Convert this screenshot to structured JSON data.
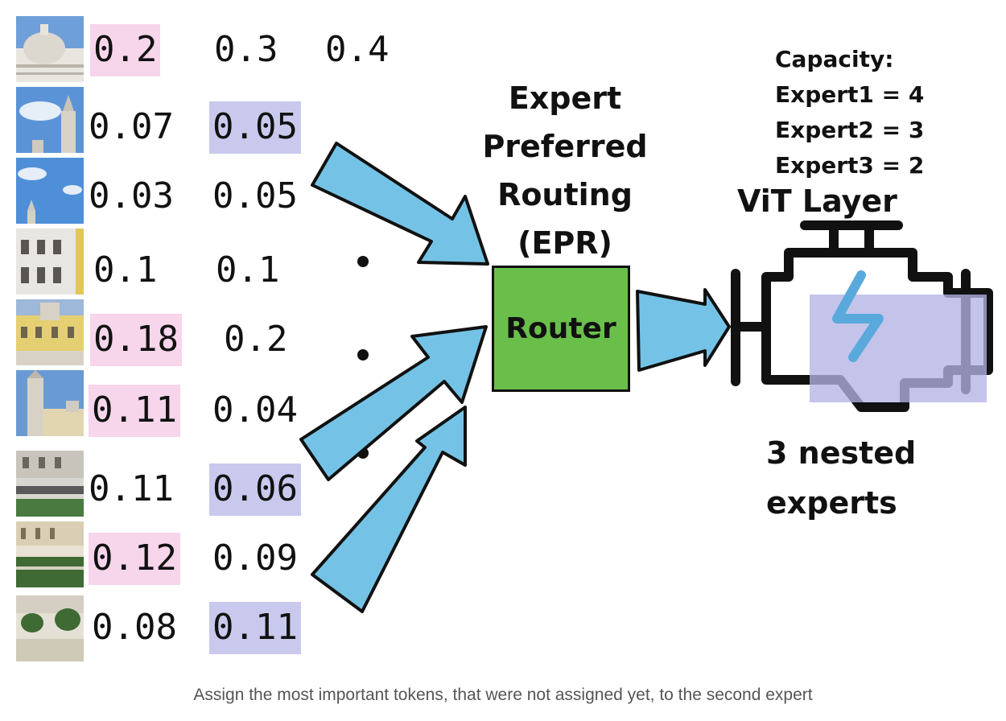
{
  "tokens": [
    {
      "scores": [
        "0.2",
        "0.3",
        "0.4"
      ],
      "highlight": [
        0,
        "pink"
      ],
      "image": "building-dome"
    },
    {
      "scores": [
        "0.07",
        "0.05"
      ],
      "highlight": [
        1,
        "blue"
      ],
      "image": "tower-sky"
    },
    {
      "scores": [
        "0.03",
        "0.05"
      ],
      "highlight": null,
      "image": "sky-spire"
    },
    {
      "scores": [
        "0.1",
        "0.1"
      ],
      "highlight": null,
      "image": "facade-windows"
    },
    {
      "scores": [
        "0.18",
        "0.2"
      ],
      "highlight": [
        0,
        "pink"
      ],
      "image": "yellow-facade"
    },
    {
      "scores": [
        "0.11",
        "0.04"
      ],
      "highlight": [
        0,
        "pink"
      ],
      "image": "tower-building"
    },
    {
      "scores": [
        "0.11",
        "0.06"
      ],
      "highlight": [
        1,
        "blue"
      ],
      "image": "street-cars"
    },
    {
      "scores": [
        "0.12",
        "0.09"
      ],
      "highlight": [
        0,
        "pink"
      ],
      "image": "garden-hedges"
    },
    {
      "scores": [
        "0.08",
        "0.11"
      ],
      "highlight": [
        1,
        "blue"
      ],
      "image": "garden-trees"
    }
  ],
  "epr_lines": [
    "Expert",
    "Preferred",
    "Routing",
    "(EPR)"
  ],
  "router_label": "Router",
  "capacity": {
    "title": "Capacity:",
    "lines": [
      "Expert1 = 4",
      "Expert2 = 3",
      "Expert3 = 2"
    ]
  },
  "vit_label": "ViT Layer",
  "nested_lines": [
    "3 nested",
    "experts"
  ],
  "caption": "Assign the most important tokens, that were not assigned yet, to the second expert",
  "colors": {
    "pink_highlight": "#f7d5ea",
    "blue_highlight": "#c9c9ee",
    "router_green": "#6abf4b",
    "arrow_blue": "#74c3e6",
    "engine_overlay": "#b4b4e6",
    "bolt": "#5aa9dc"
  },
  "icons": [
    "arrow-icon",
    "engine-icon",
    "lightning-bolt-icon"
  ]
}
